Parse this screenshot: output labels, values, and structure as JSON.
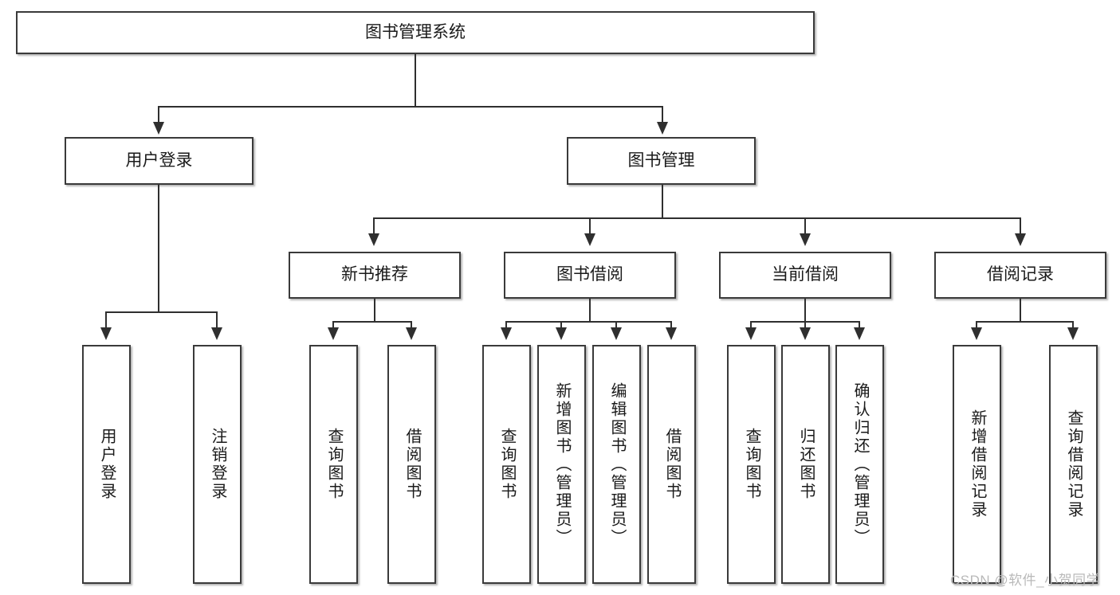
{
  "diagram": {
    "type": "hierarchy-tree",
    "title": "图书管理系统",
    "levels": {
      "root": {
        "label": "图书管理系统"
      },
      "level2": [
        {
          "id": "user-login",
          "label": "用户登录"
        },
        {
          "id": "book-management",
          "label": "图书管理"
        }
      ],
      "level3": [
        {
          "id": "new-book-recommend",
          "label": "新书推荐",
          "parent": "book-management"
        },
        {
          "id": "book-borrow",
          "label": "图书借阅",
          "parent": "book-management"
        },
        {
          "id": "current-borrow",
          "label": "当前借阅",
          "parent": "book-management"
        },
        {
          "id": "borrow-record",
          "label": "借阅记录",
          "parent": "book-management"
        }
      ],
      "leaves": [
        {
          "id": "leaf-user-login",
          "label": "用户登录",
          "parent": "user-login"
        },
        {
          "id": "leaf-user-logout",
          "label": "注销登录",
          "parent": "user-login"
        },
        {
          "id": "leaf-query-book-1",
          "label": "查询图书",
          "parent": "new-book-recommend"
        },
        {
          "id": "leaf-borrow-book-1",
          "label": "借阅图书",
          "parent": "new-book-recommend"
        },
        {
          "id": "leaf-query-book-2",
          "label": "查询图书",
          "parent": "book-borrow"
        },
        {
          "id": "leaf-add-book",
          "label": "新增图书（管理员）",
          "parent": "book-borrow"
        },
        {
          "id": "leaf-edit-book",
          "label": "编辑图书（管理员）",
          "parent": "book-borrow"
        },
        {
          "id": "leaf-borrow-book-2",
          "label": "借阅图书",
          "parent": "book-borrow"
        },
        {
          "id": "leaf-query-book-3",
          "label": "查询图书",
          "parent": "current-borrow"
        },
        {
          "id": "leaf-return-book",
          "label": "归还图书",
          "parent": "current-borrow"
        },
        {
          "id": "leaf-confirm-return",
          "label": "确认归还（管理员）",
          "parent": "current-borrow"
        },
        {
          "id": "leaf-add-record",
          "label": "新增借阅记录",
          "parent": "borrow-record"
        },
        {
          "id": "leaf-query-record",
          "label": "查询借阅记录",
          "parent": "borrow-record"
        }
      ]
    },
    "colors": {
      "border": "#3a3a3a",
      "line": "#2f2f2f",
      "background": "#ffffff",
      "text": "#1a1a1a",
      "watermark": "#b9b9b9"
    }
  },
  "watermark": {
    "text": "CSDN @软件_小贺同学"
  }
}
